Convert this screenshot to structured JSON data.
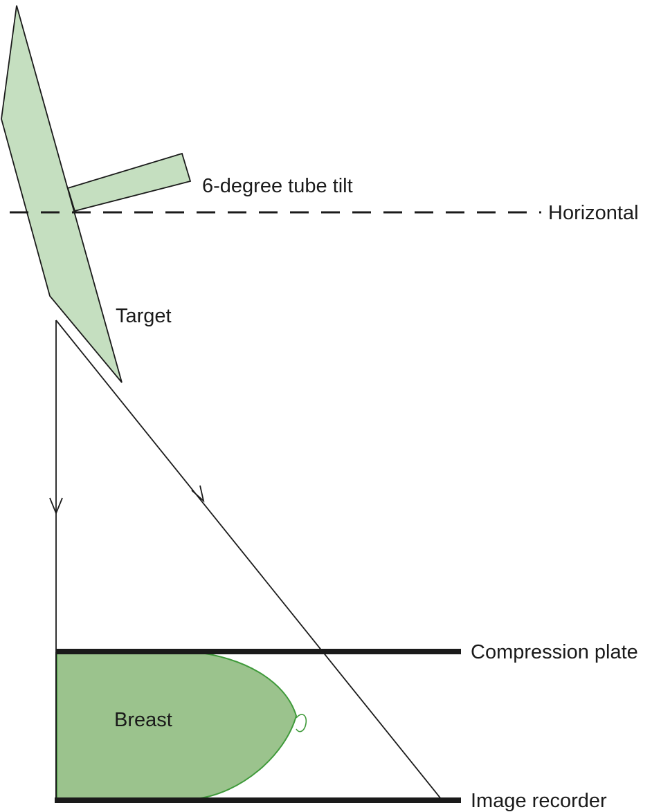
{
  "labels": {
    "tube_tilt": "6-degree tube tilt",
    "horizontal": "Horizontal",
    "target": "Target",
    "compression_plate": "Compression plate",
    "breast": "Breast",
    "image_recorder": "Image recorder"
  },
  "colors": {
    "target_fill": "#c5dfc0",
    "breast_fill": "#9bc38d",
    "breast_stroke": "#3f9a3a",
    "line": "#1a1a1a",
    "plate": "#1a1a1a"
  },
  "tube_tilt_degrees": 6
}
